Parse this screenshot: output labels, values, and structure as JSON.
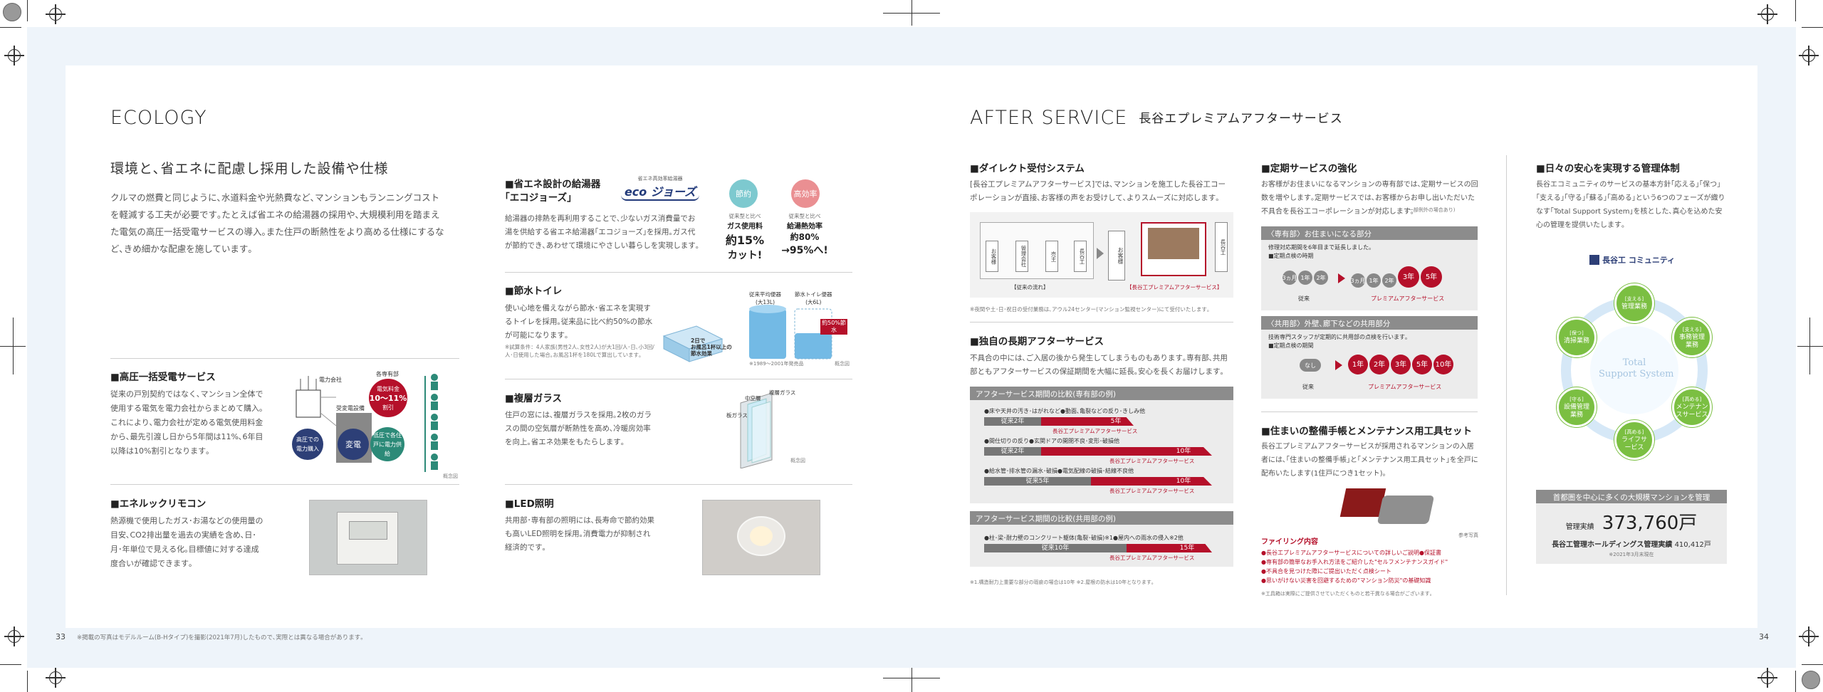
{
  "left": {
    "heading": "ECOLOGY",
    "lead": "環境と､省エネに配慮し採用した設備や仕様",
    "intro": "クルマの燃費と同じように､水道料金や光熱費など､マンションもランニングコストを軽減する工夫が必要です｡たとえば省エネの給湯器の採用や､大規模利用を踏まえた電気の高圧一括受電サービスの導入｡また住戸の断熱性をより高める仕様にするなど､きめ細かな配慮を施しています｡",
    "power": {
      "title": "■高圧一括受電サービス",
      "text": "従来の戸別契約ではなく､マンション全体で使用する電気を電力会社からまとめて購入｡これにより､電力会社が定める電気使用料金から､最先引渡し日から5年間は11%､6年目以降は10%割引となります｡",
      "diagram": {
        "company": "電力会社",
        "receiving": "受変電設備",
        "high": "高圧での電力購入",
        "transform": "変電",
        "low": "低圧で各住戸に電力供給",
        "pay": "各専有部",
        "discount_top": "電気料金",
        "discount_val": "10～11%",
        "discount_bot": "割引",
        "footnote": "概念図"
      }
    },
    "eco": {
      "title": "■エネルックリモコン",
      "text": "熱源機で使用したガス･お湯などの使用量の目安､CO2排出量を過去の実績を含め､日･月･年単位で見える化｡目標値に対する達成度合いが確認できます｡"
    },
    "ecojozu": {
      "title": "■省エネ設計の給湯器\n｢エコジョーズ｣",
      "logo_top": "省エネ高効率給湯器",
      "logo": "eco ジョーズ",
      "text": "給湯器の排熱を再利用することで､少ないガス消費量でお湯を供給する省エネ給湯器｢エコジョーズ｣を採用｡ガス代が節約でき､あわせて環境にやさしい暮らしを実現します｡",
      "badge1": "節約",
      "badge2": "高効率",
      "stat1_cap": "従来型と比べ",
      "stat1_label": "ガス使用料",
      "stat1_val": "約15%",
      "stat1_tail": "カット!",
      "stat2_cap": "従来型と比べ",
      "stat2_label": "給湯熱効率",
      "stat2_val": "約80%",
      "stat2_tail": "→95%へ!"
    },
    "toilet": {
      "title": "■節水トイレ",
      "text": "使い心地を備えながら節水･省エネを実現するトイレを採用｡従来品に比べ約50%の節水が可能になります｡",
      "note": "※試算条件：4人家族(男性2人､女性2人)が大1回/人･日､小3回/人･日使用した場合｡お風呂1杯を180Lで算出しています｡",
      "old": "従来平均便器\n(大13L)",
      "new": "節水トイレ便器\n(大6L)",
      "badge": "約50%節水",
      "bath": "2日で\nお風呂1杯以上の\n節水効果",
      "period": "※1989～2001年発売品",
      "footnote": "概念図"
    },
    "glass": {
      "title": "■複層ガラス",
      "text": "住戸の窓には､複層ガラスを採用｡2枚のガラスの間の空気層が断熱性を高め､冷暖房効率を向上｡省エネ効果をもたらします｡",
      "lbl1": "複層ガラス",
      "lbl2": "中空層",
      "lbl3": "板ガラス",
      "footnote": "概念図"
    },
    "led": {
      "title": "■LED照明",
      "text": "共用部･専有部の照明には､長寿命で節約効果も高いLED照明を採用｡消費電力が抑制され経済的です｡"
    },
    "page_num": "33",
    "footnote": "※掲載の写真はモデルルーム(B-Hタイプ)を撮影(2021年7月)したもので､実際とは異なる場合があります｡"
  },
  "right": {
    "heading": "AFTER SERVICE",
    "sub": "長谷エプレミアムアフターサービス",
    "direct": {
      "title": "■ダイレクト受付システム",
      "text": "[長谷工プレミアムアフターサービス]では､マンションを施工した長谷工コーポレーションが直接､お客様の声をお受けして､よりスムーズに対応します｡",
      "old_label": "【従来の流れ】",
      "new_label": "【長谷工プレミアムアフターサービス】",
      "nodes": [
        "お客様",
        "管理会社",
        "売主",
        "長谷工"
      ],
      "note": "※夜間や土･日･祝日の受付業務は､アウル24センター(マンション監視センター)にて受付いたします｡"
    },
    "long": {
      "title": "■独自の長期アフターサービス",
      "text": "不具合の中には､ご入居の後から発生してしまうものもあります｡専有部､共用部ともアフターサービスの保証期間を大幅に延長｡安心を長くお届けします｡",
      "hdr1": "アフターサービス期間の比較(専有部の例)",
      "rows1": [
        {
          "label": "●床や天井の汚き･はがれなど●動面､亀裂などの反り･きしみ他",
          "old": "従来2年",
          "new": "5年"
        },
        {
          "label": "●間仕切りの反り●玄関ドアの開閉不良･変形･破損他",
          "old": "従来2年",
          "new": "10年"
        },
        {
          "label": "●給水管･排水管の漏水･破損●電気配線の破損･結線不良他",
          "old": "従来5年",
          "new": "10年"
        }
      ],
      "hdr2": "アフターサービス期間の比較(共用部の例)",
      "rows2": [
        {
          "label": "●柱･梁･耐力壁のコンクリート躯体(亀裂･破損)※1●屋内への雨水の侵入※2他",
          "old": "従来10年",
          "new": "15年"
        }
      ],
      "premium": "長谷工プレミアムアフターサービス",
      "note": "※1.構造耐力上重要な部分の瑕疵の場合は10年 ※2.屋根の防水は10年となります｡"
    },
    "regular": {
      "title": "■定期サービスの強化",
      "text": "お客様がお住まいになるマンションの専有部では､定期サービスの回数を増やします｡定期サービスでは､お客様からお申し出いただいた不具合を長谷工コーポレーションが対応します｡",
      "note_tail": "(一部例外の場合あり)",
      "hdr1": "〈専有部〉お住まいになる部分",
      "t1": "修理対応期間を6年目まで延長しました｡\n■定期点検の時期",
      "old_lbl": "従来",
      "new_lbl": "プレミアムアフターサービス",
      "seq_old1": [
        "3ヵ月",
        "1年",
        "2年"
      ],
      "seq_new1": [
        "3ヵ月",
        "1年",
        "2年",
        "3年",
        "5年"
      ],
      "hdr2": "〈共用部〉外壁､廊下などの共用部分",
      "t2": "技術専門スタッフが定期的に共用部の点検を行います｡\n■定期点検の期間",
      "seq_old2": [
        "なし"
      ],
      "seq_new2": [
        "1年",
        "2年",
        "3年",
        "5年",
        "10年"
      ]
    },
    "manual": {
      "title": "■住まいの整備手帳とメンテナンス用工具セット",
      "text": "長谷工プレミアムアフターサービスが採用されるマンションの入居者には､｢住まいの整備手帳｣と｢メンテナンス用工具セット｣を全戸に配布いたします(1住戸につき1セット)｡",
      "photo_cap": "参考写真",
      "filing_title": "ファイリング内容",
      "filing": [
        "●長谷工プレミアムアフターサービスについての詳しいご説明●保証書",
        "●専有部の簡単なお手入れ方法をご紹介した\"セルフメンテナンスガイド\"",
        "●不具合を見つけた際にご提出いただく点検シート",
        "●思いがけない災害を回避するための\"マンション防災\"の基礎知識"
      ],
      "note": "※工具箱は実際にご提供させていただくものと若干異なる場合がございます｡"
    },
    "system": {
      "title": "■日々の安心を実現する管理体制",
      "text": "長谷エコミュニティのサービスの基本方針｢応える｣｢保つ｣｢支える｣｢守る｣｢蘇る｣｢高める｣という6つのフェーズが織りなす｢Total Support System｣を核とした､真心を込めた安心の管理を提供いたします｡",
      "brand": "長谷工 コミュニティ",
      "center": "Total\nSupport System",
      "nodes": [
        {
          "top": "[支える]",
          "label": "管理業務"
        },
        {
          "top": "[支える]",
          "label": "事務管理業務"
        },
        {
          "top": "[高める]",
          "label": "メンテナンスサービス"
        },
        {
          "top": "[高める]",
          "label": "ライフサービス"
        },
        {
          "top": "[守る]",
          "label": "設備管理業務"
        },
        {
          "top": "[保つ]",
          "label": "清掃業務"
        }
      ],
      "record_hdr": "首都圏を中心に多くの大規模マンションを管理",
      "record_label": "管理実績",
      "record_val": "373,760戸",
      "total_label": "長谷工管理ホールディングス管理実績",
      "total_val": "410,412戸",
      "asof": "※2021年3月末現在"
    },
    "page_num": "34"
  },
  "colors": {
    "accent": "#b5102a",
    "green": "#7bbf42",
    "gray": "#8c8c8c",
    "navy": "#2d3f77",
    "teal": "#2c8a78"
  }
}
